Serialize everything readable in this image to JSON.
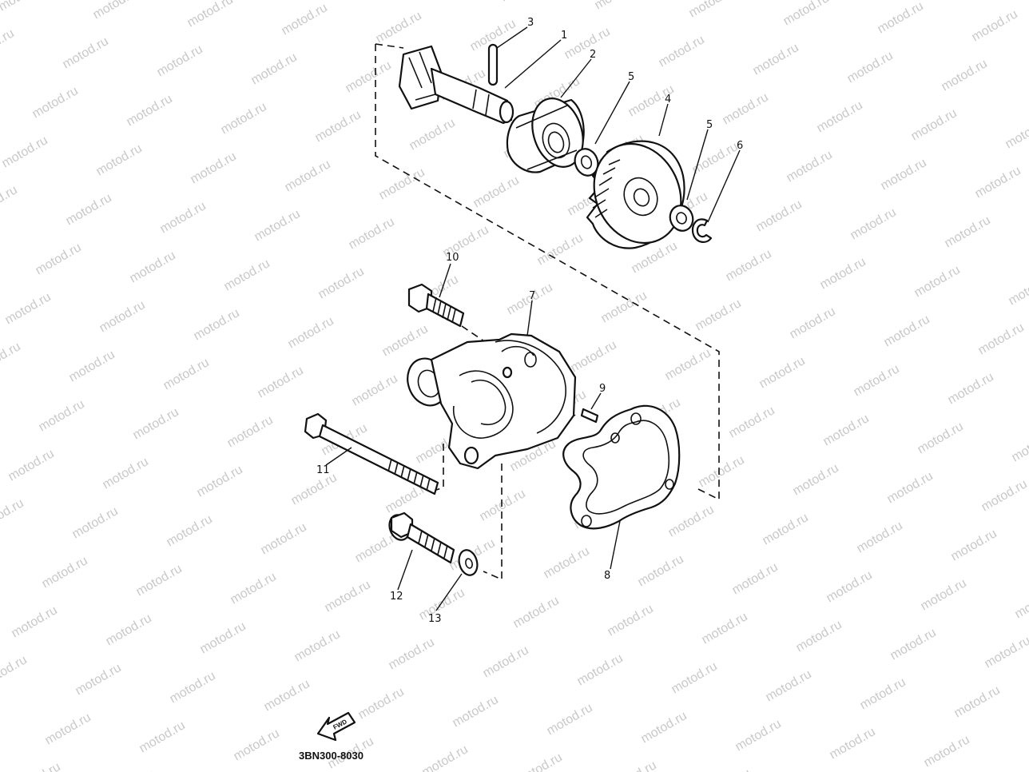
{
  "watermark": "motod.ru",
  "part_code": "3BN300-8030",
  "fwd_label": "FWD",
  "callouts": [
    {
      "id": "shaft",
      "label": "1"
    },
    {
      "id": "bearing",
      "label": "2"
    },
    {
      "id": "pin",
      "label": "3"
    },
    {
      "id": "gear",
      "label": "4"
    },
    {
      "id": "washer-a",
      "label": "5"
    },
    {
      "id": "washer-b",
      "label": "5"
    },
    {
      "id": "circlip",
      "label": "6"
    },
    {
      "id": "housing",
      "label": "7"
    },
    {
      "id": "gasket",
      "label": "8"
    },
    {
      "id": "dowel",
      "label": "9"
    },
    {
      "id": "bolt-short",
      "label": "10"
    },
    {
      "id": "bolt-long",
      "label": "11"
    },
    {
      "id": "bolt-flange",
      "label": "12"
    },
    {
      "id": "washer-small",
      "label": "13"
    }
  ],
  "colors": {
    "line": "#111111",
    "watermark": "#c9c9c9",
    "background": "#ffffff"
  }
}
